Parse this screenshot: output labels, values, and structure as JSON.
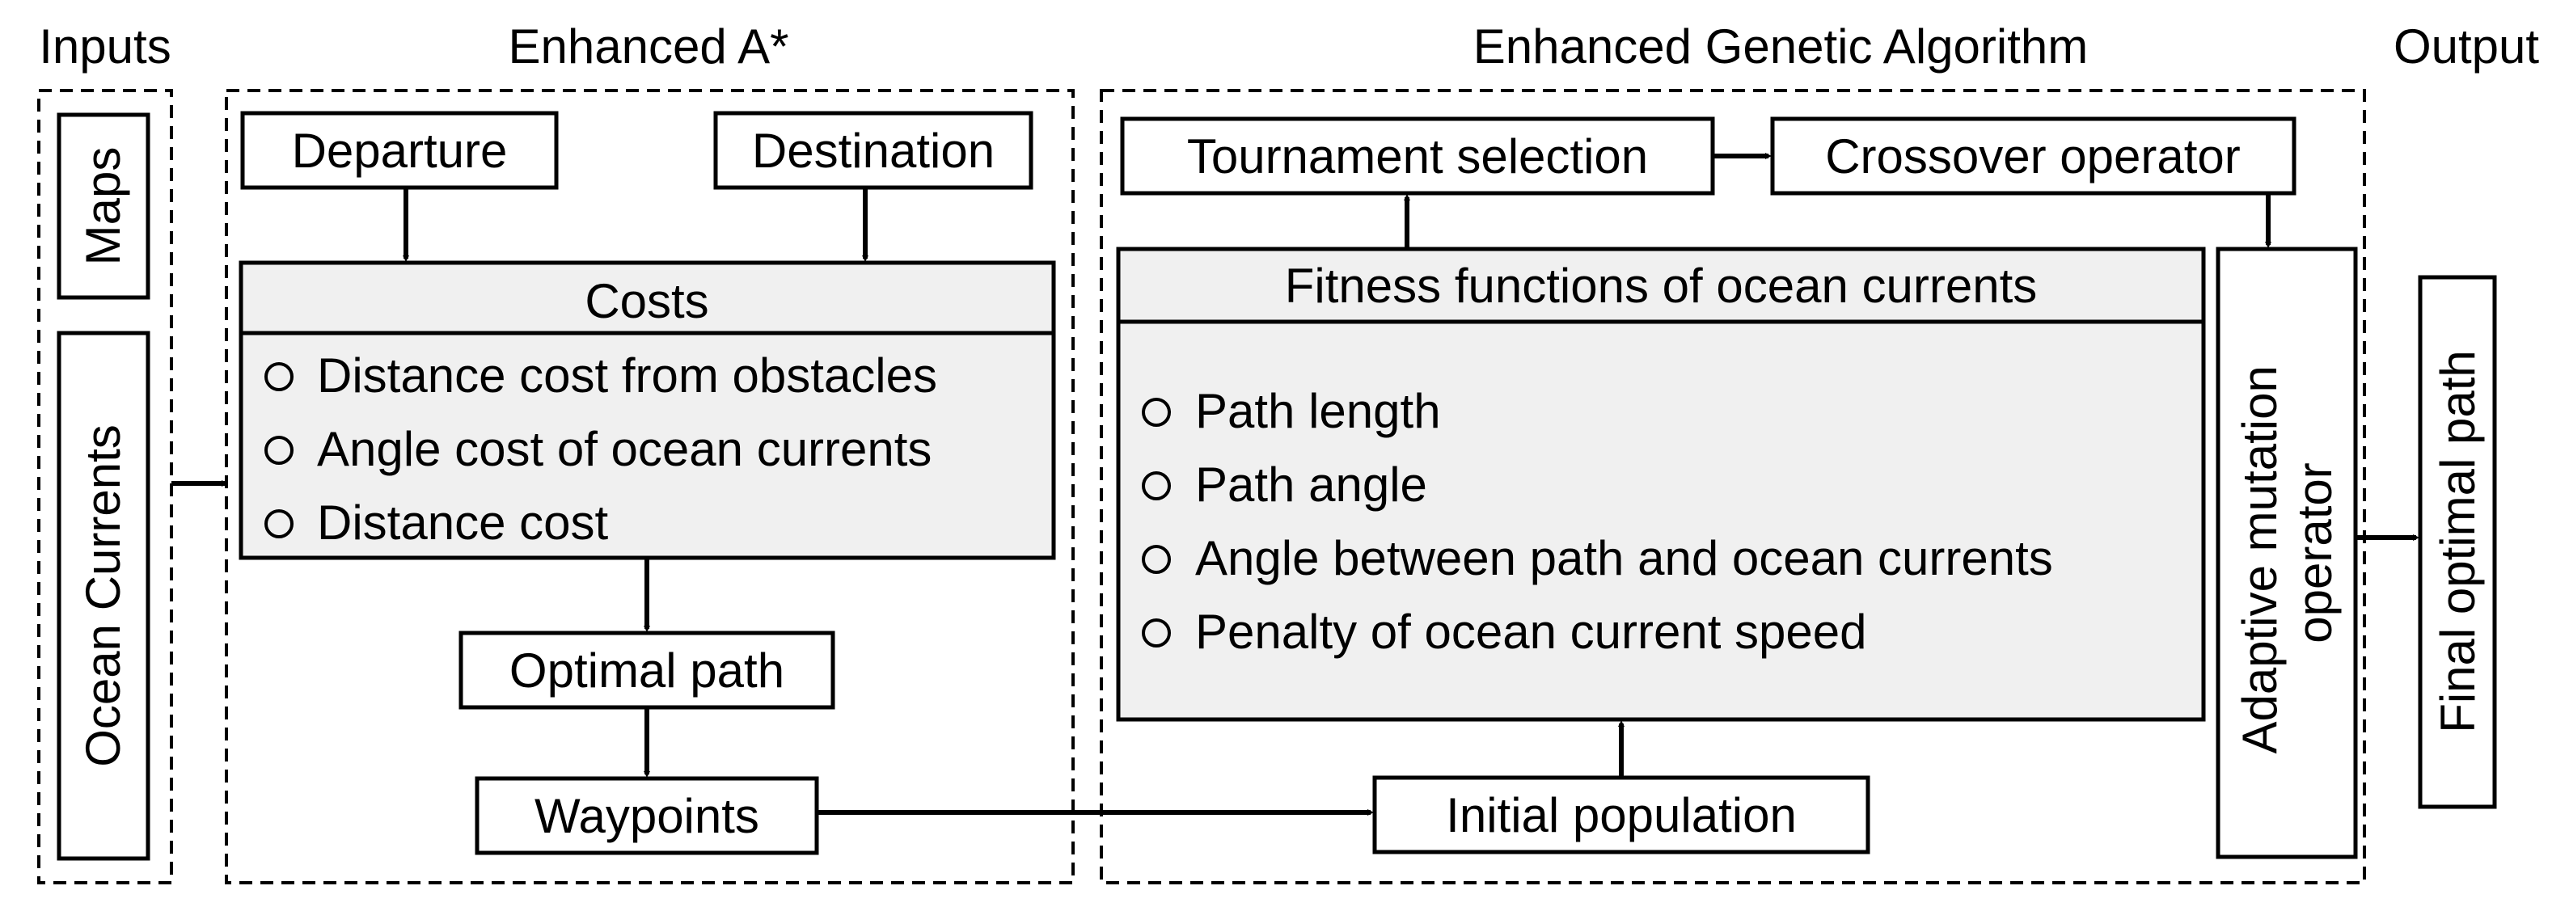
{
  "sections": {
    "inputs": "Inputs",
    "enhanced_astar": "Enhanced A*",
    "enhanced_ga": "Enhanced Genetic Algorithm",
    "output": "Output"
  },
  "inputs": {
    "maps": "Maps",
    "ocean_currents": "Ocean Currents"
  },
  "astar": {
    "departure": "Departure",
    "destination": "Destination",
    "costs_title": "Costs",
    "costs_items": [
      "Distance cost from obstacles",
      "Angle cost of ocean currents",
      "Distance cost"
    ],
    "optimal_path": "Optimal path",
    "waypoints": "Waypoints"
  },
  "ga": {
    "tournament": "Tournament selection",
    "crossover": "Crossover operator",
    "fitness_title": "Fitness functions of ocean currents",
    "fitness_items": [
      "Path length",
      "Path angle",
      "Angle between path and ocean currents",
      "Penalty of ocean current speed"
    ],
    "mutation_line1": "Adaptive mutation",
    "mutation_line2": "operator",
    "initial_population": "Initial population"
  },
  "output": {
    "final": "Final optimal path"
  },
  "bullet_symbol": "○"
}
